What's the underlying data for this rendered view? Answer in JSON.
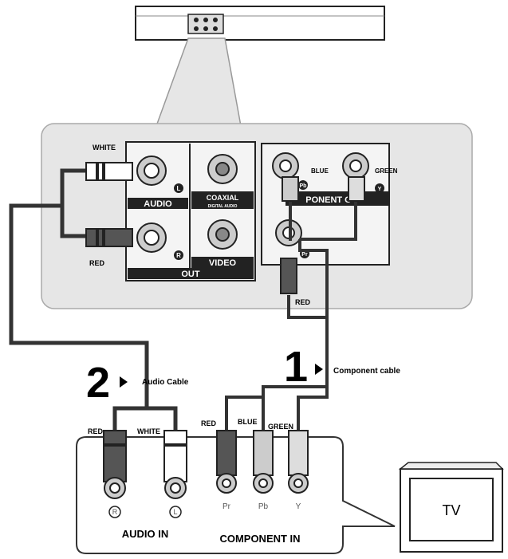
{
  "player_panel": {
    "audio_label": "AUDIO",
    "coaxial_label": "COAXIAL",
    "digital_audio_label": "DIGITAL AUDIO",
    "video_label": "VIDEO",
    "out_label": "OUT",
    "component_label": "PONENT O",
    "jack_l": "L",
    "jack_r": "R",
    "jack_y": "Y",
    "jack_pb": "Pb",
    "jack_pr": "Pr"
  },
  "plug_labels": {
    "white_top": "WHITE",
    "red_top": "RED",
    "blue_top": "BLUE",
    "green_top": "GREEN",
    "red_component_top": "RED",
    "red_bottom_audio": "RED",
    "white_bottom_audio": "WHITE",
    "red_bottom_component": "RED",
    "blue_bottom_component": "BLUE",
    "green_bottom_component": "GREEN"
  },
  "steps": {
    "step1_number": "1",
    "step1_label": "Component cable",
    "step2_number": "2",
    "step2_label": "Audio Cable"
  },
  "tv_panel": {
    "audio_in_label": "AUDIO IN",
    "component_in_label": "COMPONENT IN",
    "jack_r": "R",
    "jack_l": "L",
    "jack_pr": "Pr",
    "jack_pb": "Pb",
    "jack_y": "Y"
  },
  "tv": {
    "label": "TV"
  }
}
